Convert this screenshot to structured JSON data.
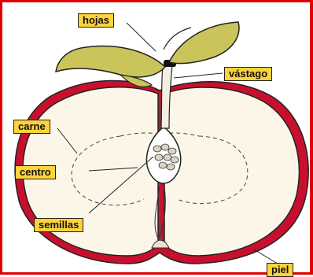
{
  "diagram": {
    "labels": {
      "hojas": "hojas",
      "vastago": "vástago",
      "carne": "carne",
      "centro": "centro",
      "semillas": "semillas",
      "piel": "piel"
    },
    "colors": {
      "frame": "#e00000",
      "label_fill": "#fcd33a",
      "skin": "#c8102e",
      "flesh": "#fbf6e8",
      "leaf": "#c9c55a"
    }
  }
}
